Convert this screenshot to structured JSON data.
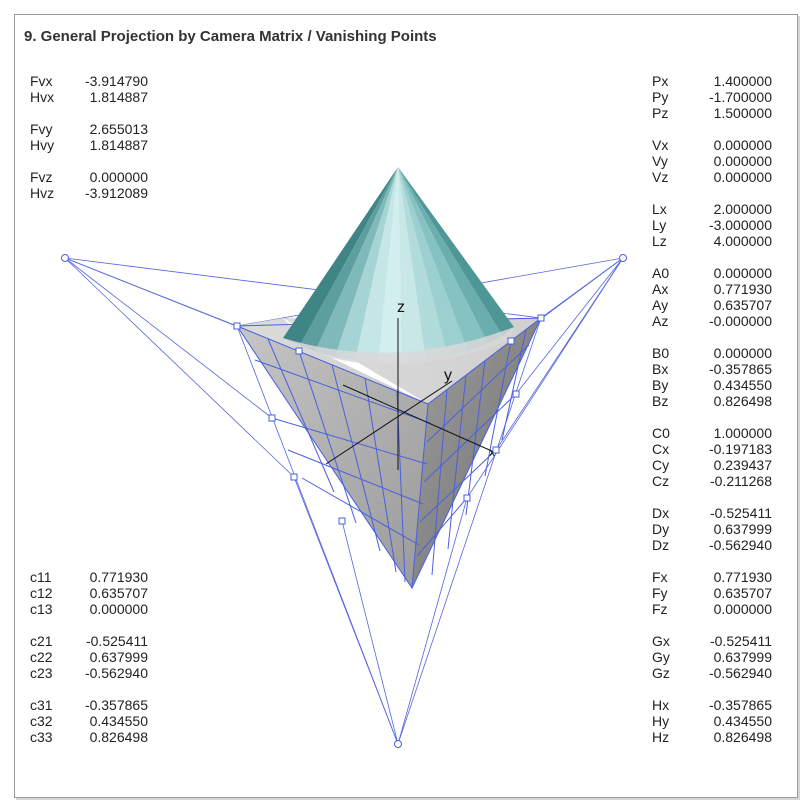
{
  "title": "9. General Projection by Camera Matrix / Vanishing Points",
  "vanishing": [
    {
      "k": "Fvx",
      "v": "-3.914790"
    },
    {
      "k": "Hvx",
      "v": "1.814887"
    },
    {
      "k": "Fvy",
      "v": "2.655013"
    },
    {
      "k": "Hvy",
      "v": "1.814887"
    },
    {
      "k": "Fvz",
      "v": "0.000000"
    },
    {
      "k": "Hvz",
      "v": "-3.912089"
    }
  ],
  "camera_matrix": [
    {
      "k": "c11",
      "v": "0.771930"
    },
    {
      "k": "c12",
      "v": "0.635707"
    },
    {
      "k": "c13",
      "v": "0.000000"
    },
    {
      "k": "c21",
      "v": "-0.525411"
    },
    {
      "k": "c22",
      "v": "0.637999"
    },
    {
      "k": "c23",
      "v": "-0.562940"
    },
    {
      "k": "c31",
      "v": "-0.357865"
    },
    {
      "k": "c32",
      "v": "0.434550"
    },
    {
      "k": "c33",
      "v": "0.826498"
    }
  ],
  "parameters": [
    {
      "k": "Px",
      "v": "1.400000"
    },
    {
      "k": "Py",
      "v": "-1.700000"
    },
    {
      "k": "Pz",
      "v": "1.500000"
    },
    {
      "k": "Vx",
      "v": "0.000000"
    },
    {
      "k": "Vy",
      "v": "0.000000"
    },
    {
      "k": "Vz",
      "v": "0.000000"
    },
    {
      "k": "Lx",
      "v": "2.000000"
    },
    {
      "k": "Ly",
      "v": "-3.000000"
    },
    {
      "k": "Lz",
      "v": "4.000000"
    },
    {
      "k": "A0",
      "v": "0.000000"
    },
    {
      "k": "Ax",
      "v": "0.771930"
    },
    {
      "k": "Ay",
      "v": "0.635707"
    },
    {
      "k": "Az",
      "v": "-0.000000"
    },
    {
      "k": "B0",
      "v": "0.000000"
    },
    {
      "k": "Bx",
      "v": "-0.357865"
    },
    {
      "k": "By",
      "v": "0.434550"
    },
    {
      "k": "Bz",
      "v": "0.826498"
    },
    {
      "k": "C0",
      "v": "1.000000"
    },
    {
      "k": "Cx",
      "v": "-0.197183"
    },
    {
      "k": "Cy",
      "v": "0.239437"
    },
    {
      "k": "Cz",
      "v": "-0.211268"
    },
    {
      "k": "Dx",
      "v": "-0.525411"
    },
    {
      "k": "Dy",
      "v": "0.637999"
    },
    {
      "k": "Dz",
      "v": "-0.562940"
    },
    {
      "k": "Fx",
      "v": "0.771930"
    },
    {
      "k": "Fy",
      "v": "0.635707"
    },
    {
      "k": "Fz",
      "v": "0.000000"
    },
    {
      "k": "Gx",
      "v": "-0.525411"
    },
    {
      "k": "Gy",
      "v": "0.637999"
    },
    {
      "k": "Gz",
      "v": "-0.562940"
    },
    {
      "k": "Hx",
      "v": "-0.357865"
    },
    {
      "k": "Hy",
      "v": "0.434550"
    },
    {
      "k": "Hz",
      "v": "0.826498"
    }
  ],
  "axes": {
    "z": "z",
    "y": "y",
    "x": "x"
  },
  "colors": {
    "guide": "#4a5fe0",
    "cone_light": "#cfeeee",
    "cone_dark": "#4f9292",
    "cube": "#a8a8a8"
  }
}
